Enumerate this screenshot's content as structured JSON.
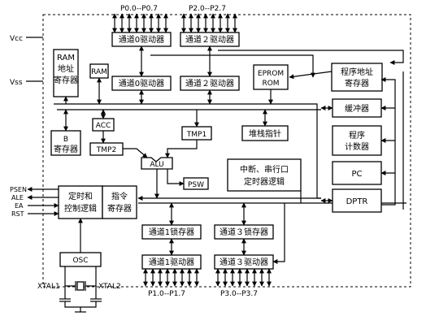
{
  "pins": {
    "vcc": "Vcc",
    "vss": "Vss",
    "psen": "PSEN",
    "ale": "ALE",
    "ea": "EA",
    "rst": "RST",
    "xtal1": "XTAL1",
    "xtal2": "XTAL2"
  },
  "ports": {
    "p0": "P0.0--P0.7",
    "p2": "P2.0--P2.7",
    "p1": "P1.0--P1.7",
    "p3": "P3.0--P3.7"
  },
  "blocks": {
    "p0_driver_top": "通道0驱动器",
    "p2_driver_top": "通道２驱动器",
    "p0_driver_mid": "通道0驱动器",
    "p2_driver_mid": "通道２驱动器",
    "ram_addr": [
      "RAM",
      "地址",
      "寄存器"
    ],
    "ram": "RAM",
    "eprom": [
      "EPROM",
      "ROM"
    ],
    "prog_addr": [
      "程序地址",
      "寄存器"
    ],
    "b_reg": [
      "B",
      "寄存器"
    ],
    "acc": "ACC",
    "tmp2": "TMP2",
    "tmp1": "TMP1",
    "stack": "堆栈指针",
    "buffer": "缓冲器",
    "pc_incr": [
      "程序",
      "计数器"
    ],
    "pc": "PC",
    "alu": "ALU",
    "psw": "PSW",
    "interrupt": [
      "中断、串行口",
      "定时器逻辑"
    ],
    "dptr": "DPTR",
    "timing": [
      "定时和",
      "控制逻辑"
    ],
    "instr": [
      "指令",
      "寄存器"
    ],
    "p1_latch": "通道1锁存器",
    "p3_latch": "通道３锁存器",
    "p1_driver": "通道1驱动器",
    "p3_driver": "通道３驱动器",
    "osc": "OSC"
  }
}
